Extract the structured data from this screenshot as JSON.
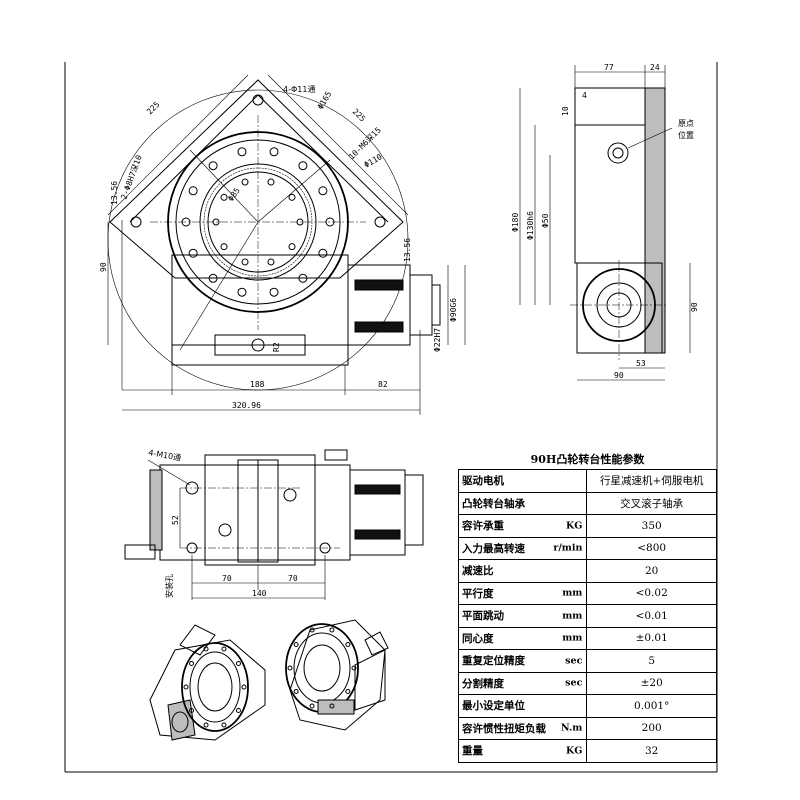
{
  "drawing": {
    "top_view": {
      "dims": {
        "d_225a": "225",
        "d_225b": "225",
        "holes_4": "4-Φ11通",
        "bolt_circle": "Φ165",
        "tapped": "10-M6深15",
        "bore": "Φ110",
        "inner": "Φ85",
        "pin": "2-Φ8H7深10",
        "off_1356a": "13.56",
        "off_1356b": "13.56",
        "h_90": "90",
        "shaft_90g6": "Φ90G6",
        "shaft_22h7": "Φ22H7",
        "r1": "R2",
        "w_188": "188",
        "w_82": "82",
        "w_total": "320.96"
      }
    },
    "side_view": {
      "dims": {
        "w_77": "77",
        "w_24": "24",
        "h_4": "4",
        "h_10": "10",
        "dia_180": "Φ180",
        "dia_130": "Φ130h6",
        "dia_50": "Φ50",
        "h_90": "90",
        "w_53": "53",
        "w_90": "90",
        "origin_label_1": "原点",
        "origin_label_2": "位置"
      }
    },
    "front_view": {
      "dims": {
        "holes": "4-M10通",
        "h_52": "52",
        "w_70a": "70",
        "w_70b": "70",
        "w_140": "140",
        "hole_label": "安装孔"
      }
    }
  },
  "spec": {
    "title": "90H凸轮转台性能参数",
    "rows": [
      {
        "label": "驱动电机",
        "unit": "",
        "value": "行星减速机+伺服电机"
      },
      {
        "label": "凸轮转台轴承",
        "unit": "",
        "value": "交叉滚子轴承"
      },
      {
        "label": "容许承重",
        "unit": "KG",
        "value": "350"
      },
      {
        "label": "入力最高转速",
        "unit": "r/min",
        "value": "<800"
      },
      {
        "label": "减速比",
        "unit": "",
        "value": "20"
      },
      {
        "label": "平行度",
        "unit": "mm",
        "value": "<0.02"
      },
      {
        "label": "平面跳动",
        "unit": "mm",
        "value": "<0.01"
      },
      {
        "label": "同心度",
        "unit": "mm",
        "value": "±0.01"
      },
      {
        "label": "重复定位精度",
        "unit": "sec",
        "value": "5"
      },
      {
        "label": "分割精度",
        "unit": "sec",
        "value": "±20"
      },
      {
        "label": "最小设定单位",
        "unit": "",
        "value": "0.001°"
      },
      {
        "label": "容许惯性扭矩负载",
        "unit": "N.m",
        "value": "200"
      },
      {
        "label": "重量",
        "unit": "KG",
        "value": "32"
      }
    ]
  }
}
